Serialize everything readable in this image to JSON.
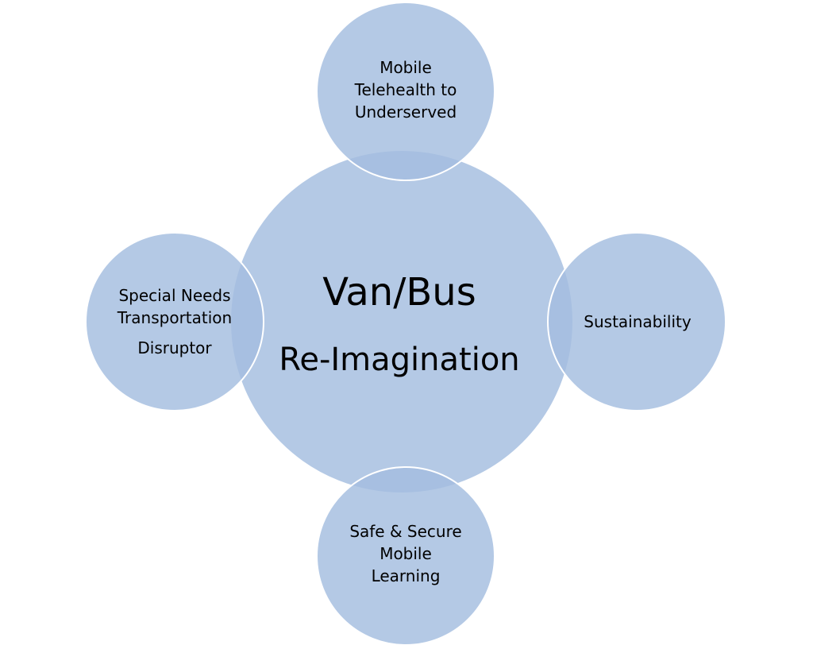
{
  "center": {
    "line1": "Van/Bus",
    "line2": "Re-Imagination"
  },
  "top": {
    "lines": [
      "Mobile",
      "Telehealth to",
      "Underserved"
    ]
  },
  "left": {
    "lines": [
      "Special Needs",
      "Transportation",
      "Disruptor"
    ]
  },
  "right": {
    "lines": [
      "Sustainability"
    ]
  },
  "bottom": {
    "lines": [
      "Safe & Secure",
      "Mobile",
      "Learning"
    ]
  },
  "colors": {
    "circle_fill": "#a3bddf",
    "overlap_fill": "#7c9fcd",
    "outline": "#ffffff",
    "text": "#000000"
  }
}
